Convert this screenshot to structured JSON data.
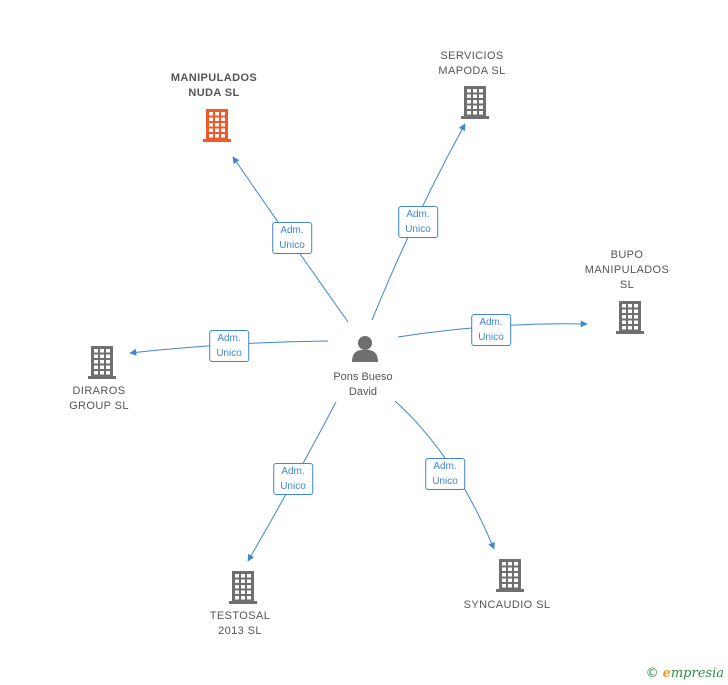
{
  "center": {
    "name_line1": "Pons Bueso",
    "name_line2": "David",
    "icon": "person-icon"
  },
  "edge_label": {
    "line1": "Adm.",
    "line2": "Unico"
  },
  "companies": [
    {
      "id": "manipulados-nuda",
      "line1": "MANIPULADOS",
      "line2": "NUDA  SL",
      "line3": "",
      "highlight": true,
      "icon": "building-icon",
      "color": "#f05a28"
    },
    {
      "id": "servicios-mapoda",
      "line1": "SERVICIOS",
      "line2": "MAPODA  SL",
      "line3": "",
      "highlight": false,
      "icon": "building-icon",
      "color": "#6f6f6f"
    },
    {
      "id": "bupo-manipulados",
      "line1": "BUPO",
      "line2": "MANIPULADOS",
      "line3": "SL",
      "highlight": false,
      "icon": "building-icon",
      "color": "#6f6f6f"
    },
    {
      "id": "diraros-group",
      "line1": "DIRAROS",
      "line2": "GROUP  SL",
      "line3": "",
      "highlight": false,
      "icon": "building-icon",
      "color": "#6f6f6f"
    },
    {
      "id": "testosal-2013",
      "line1": "TESTOSAL",
      "line2": "2013 SL",
      "line3": "",
      "highlight": false,
      "icon": "building-icon",
      "color": "#6f6f6f"
    },
    {
      "id": "syncaudio",
      "line1": "SYNCAUDIO SL",
      "line2": "",
      "line3": "",
      "highlight": false,
      "icon": "building-icon",
      "color": "#6f6f6f"
    }
  ],
  "colors": {
    "edge": "#3f86d6",
    "person": "#6f6f6f",
    "building": "#6f6f6f",
    "highlight": "#f05a28"
  },
  "brand": {
    "copyright": "©",
    "initial": "e",
    "rest": "mpresia"
  }
}
